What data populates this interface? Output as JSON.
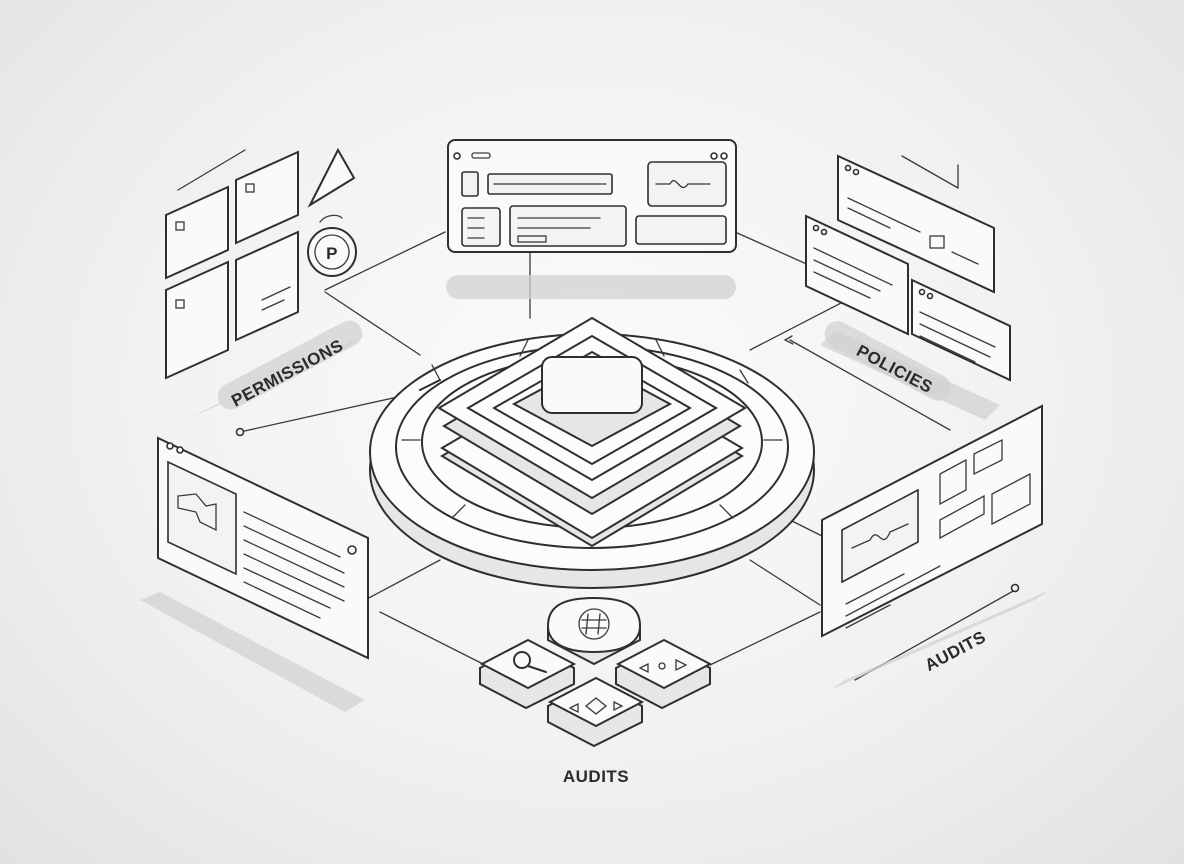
{
  "labels": {
    "permissions": "PERMISSIONS",
    "policies": "POLICIES",
    "audits_right": "AUDITS",
    "audits_bottom": "AUDITS"
  },
  "badge_letter": "P",
  "icons": {
    "center": "stacked-core-icon",
    "tiles": [
      "search-icon",
      "hash-icon",
      "play-controls-icon",
      "diamond-controls-icon"
    ],
    "warning": "triangle-icon",
    "waveform": "waveform-icon"
  },
  "colors": {
    "line": "#2f2f2f",
    "surface": "#fafafa",
    "shadow": "#d2d2d2",
    "background": "#f1f1f1"
  }
}
